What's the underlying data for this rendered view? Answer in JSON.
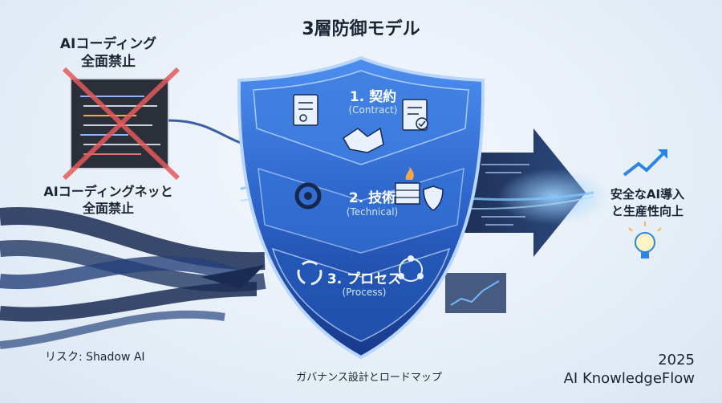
{
  "title": "3層防御モデル",
  "ban_top": "AIコーディング\n全面禁止",
  "ban_bottom": "AIコーディングネッと\n全面禁止",
  "risk_label": "リスク: Shadow AI",
  "layers": [
    {
      "title": "1. 契約",
      "subtitle": "(Contract)"
    },
    {
      "title": "2. 技術",
      "subtitle": "(Technical)"
    },
    {
      "title": "3. プロセス",
      "subtitle": "(Process)"
    }
  ],
  "governance_label": "ガバナンス設計とロードマップ",
  "outcome": "安全なAI導入\nと生産性向上",
  "year": "2025",
  "brand": "AI KnowledgeFlow",
  "icons": [
    "document-icon",
    "handshake-icon",
    "checklist-icon",
    "gear-icon",
    "firewall-icon",
    "shield-check-icon",
    "cycle-icon",
    "team-icon",
    "growth-arrow-icon",
    "lightbulb-icon"
  ],
  "colors": {
    "ban_x": "#e45a5a",
    "shield_blue": "#2f6fd6",
    "dark_navy": "#16294d",
    "accent_blue": "#2a86e0"
  }
}
